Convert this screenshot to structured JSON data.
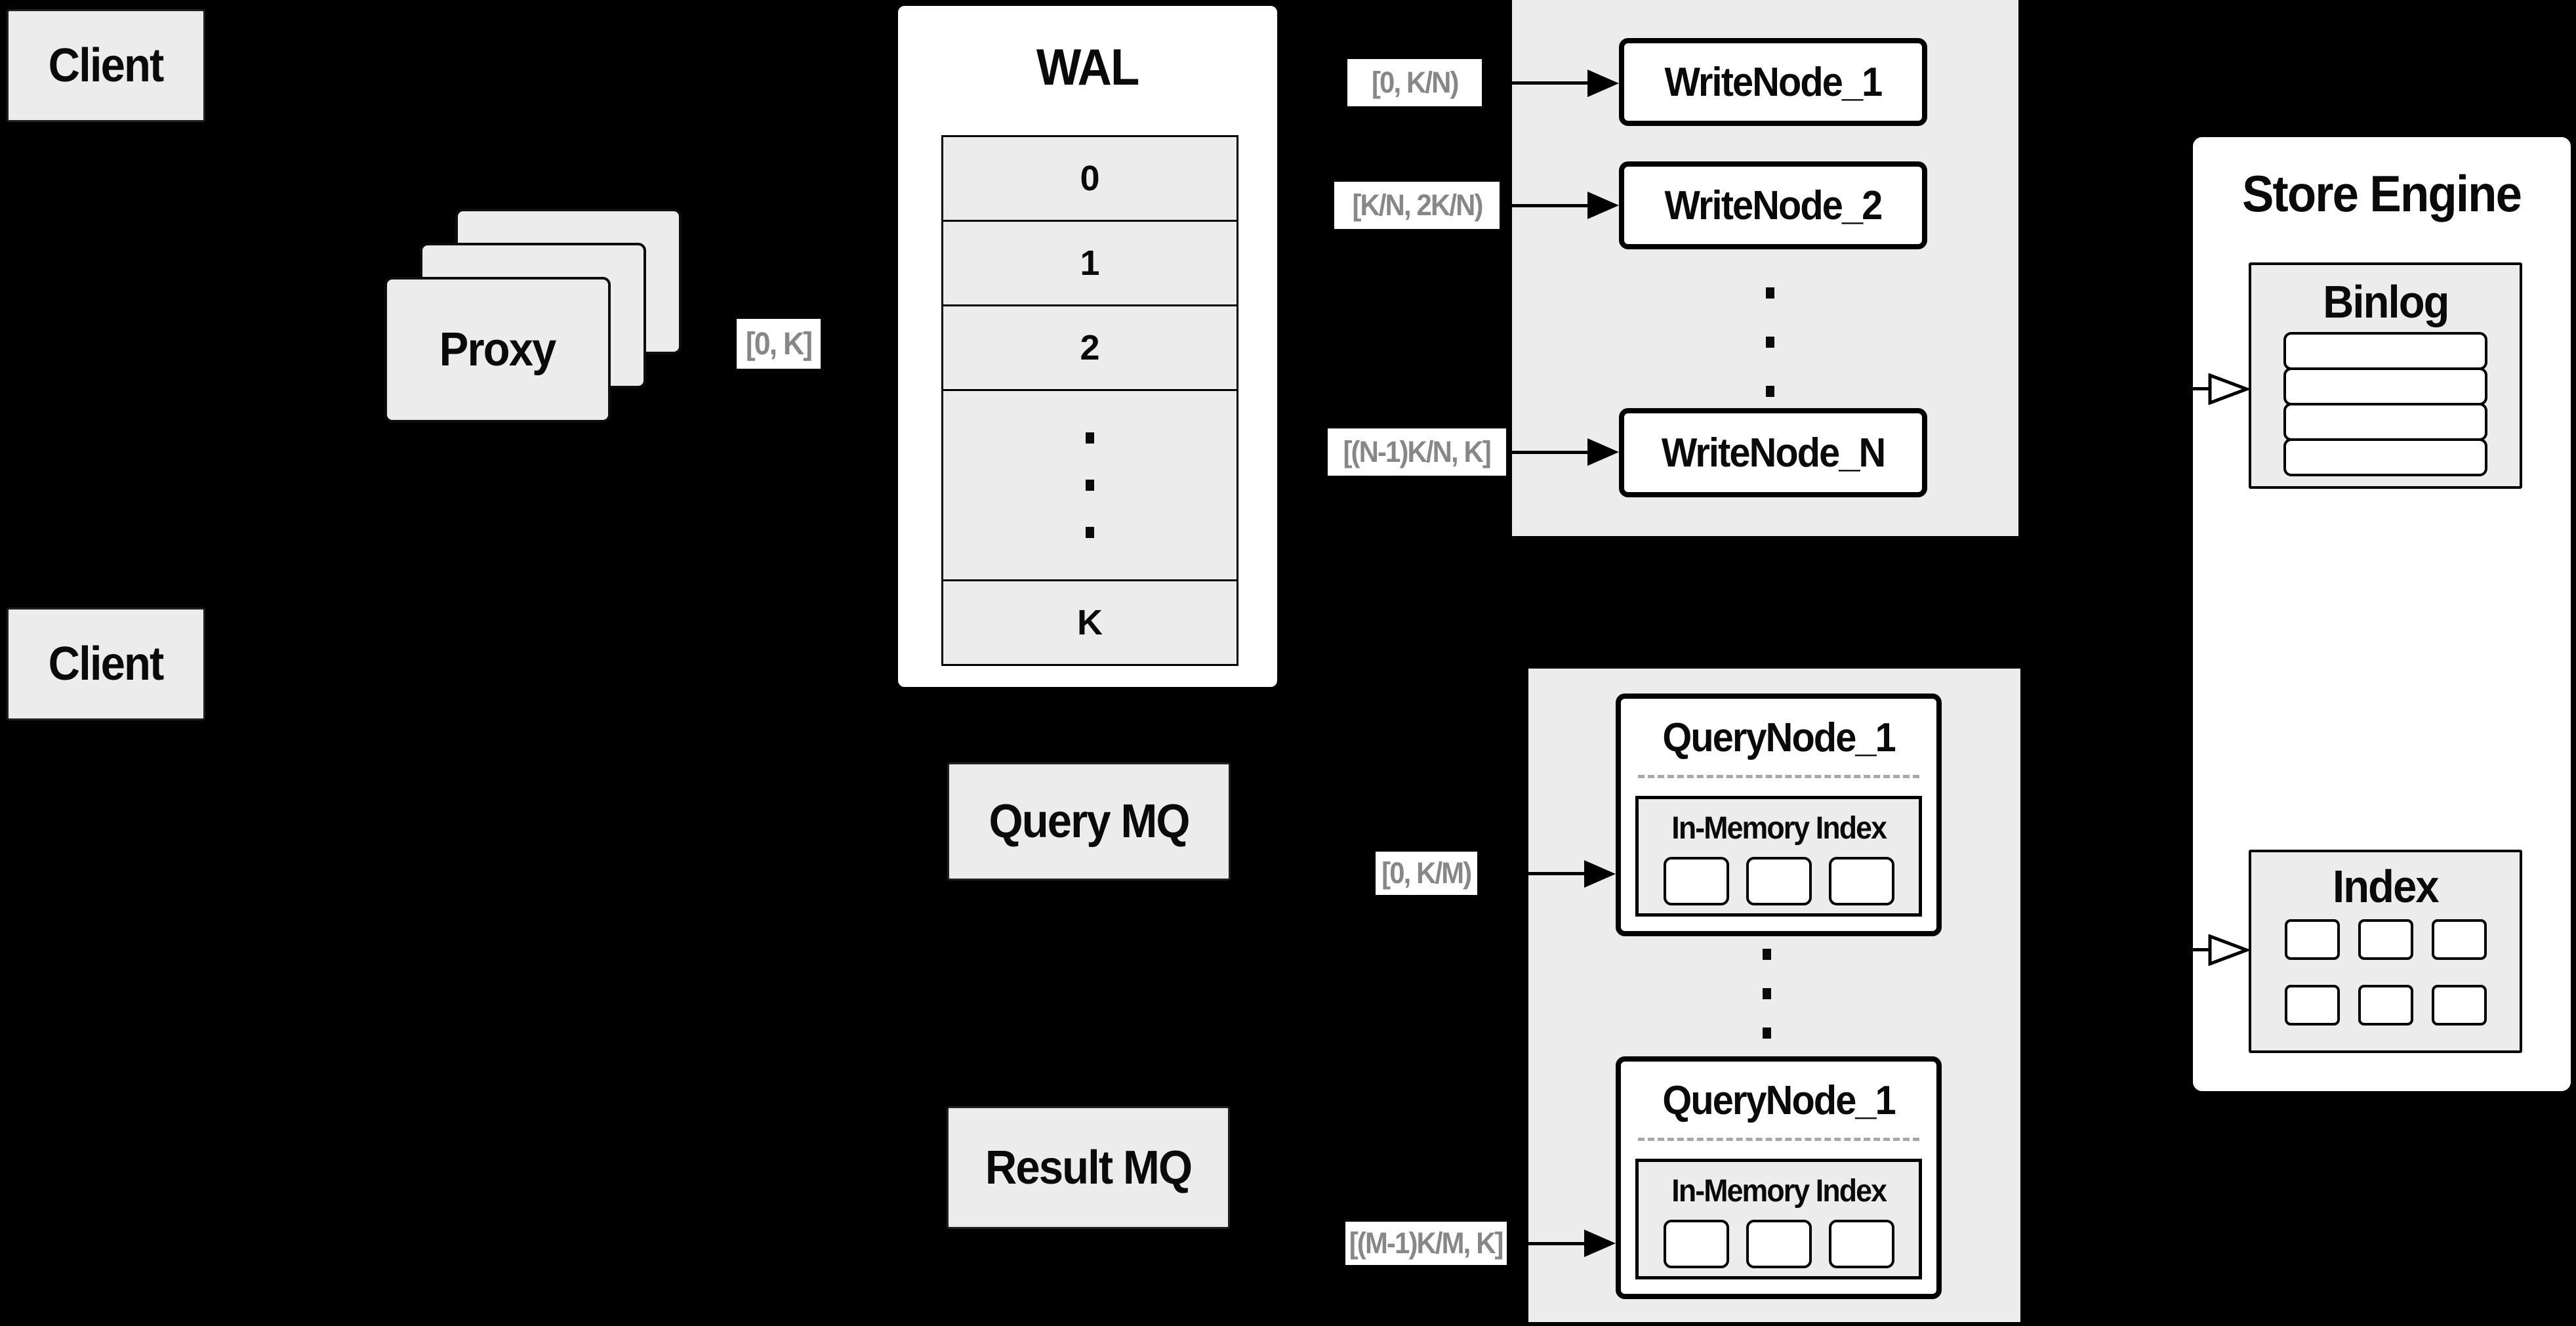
{
  "colors": {
    "background": "#000000",
    "panel_gray": "#ececec",
    "box_white": "#ffffff",
    "border_black": "#000000",
    "range_label_text": "#878787",
    "dashed_divider": "#a8a8a8"
  },
  "clients": {
    "top": {
      "label": "Client"
    },
    "bottom": {
      "label": "Client"
    }
  },
  "proxy": {
    "label": "Proxy",
    "range": "[0, K]"
  },
  "wal": {
    "title": "WAL",
    "rows": [
      "0",
      "1",
      "2"
    ],
    "last_row": "K"
  },
  "write_cluster": {
    "node1": "WriteNode_1",
    "node2": "WriteNode_2",
    "nodeN": "WriteNode_N",
    "range1": "[0, K/N)",
    "range2": "[K/N, 2K/N)",
    "rangeN": "[(N-1)K/N, K]"
  },
  "mq": {
    "query": "Query MQ",
    "result": "Result MQ"
  },
  "query_cluster": {
    "node1": "QueryNode_1",
    "node2": "QueryNode_1",
    "inmem_title": "In-Memory Index",
    "range1": "[0, K/M)",
    "range2": "[(M-1)K/M, K]"
  },
  "store": {
    "title": "Store Engine",
    "binlog_title": "Binlog",
    "index_title": "Index"
  }
}
